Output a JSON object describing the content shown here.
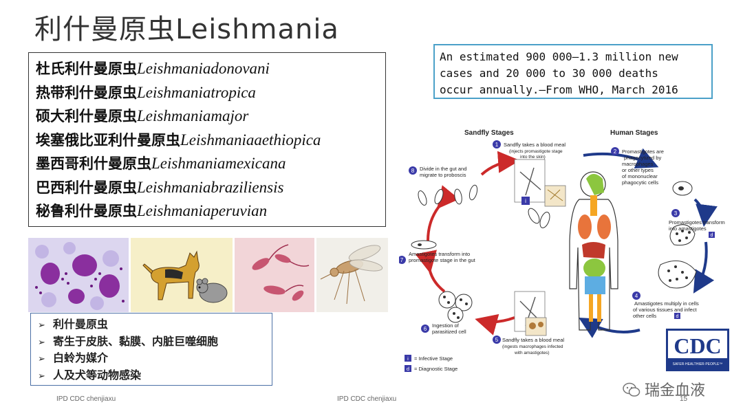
{
  "slide": {
    "title": "利什曼原虫Leishmania",
    "page_number": "15"
  },
  "species": [
    {
      "cn": "杜氏利什曼原虫",
      "latin": "Leishmaniadonovani"
    },
    {
      "cn": "热带利什曼原虫",
      "latin": "Leishmaniatropica"
    },
    {
      "cn": "硕大利什曼原虫",
      "latin": "Leishmaniamajor"
    },
    {
      "cn": "埃塞俄比亚利什曼原虫",
      "latin": "Leishmaniaaethiopica"
    },
    {
      "cn": "墨西哥利什曼原虫",
      "latin": "Leishmaniamexicana"
    },
    {
      "cn": "巴西利什曼原虫",
      "latin": "Leishmaniabraziliensis"
    },
    {
      "cn": "秘鲁利什曼原虫",
      "latin": "Leishmaniaperuvian"
    }
  ],
  "bullets": [
    "利什曼原虫",
    "寄生于皮肤、黏膜、内脏巨噬细胞",
    "白蛉为媒介",
    "人及犬等动物感染"
  ],
  "who_note": {
    "lines": [
      "An estimated 900 000–1.3 million new",
      "cases and 20 000 to 30 000 deaths",
      "occur annually.—From WHO, March 2016"
    ]
  },
  "lifecycle": {
    "sandfly_title": "Sandfly Stages",
    "human_title": "Human Stages",
    "steps": [
      {
        "num": "1",
        "title": "Sandfly takes a blood meal",
        "sub": [
          "(injects promastigote stage",
          "into the skin)"
        ]
      },
      {
        "num": "2",
        "title": "Promastigotes are",
        "sub": [
          "phagocytized by",
          "macrophages",
          "or other types",
          "of mononuclear",
          "phagocytic cells"
        ]
      },
      {
        "num": "3",
        "title": "Promastigotes transform",
        "sub": [
          "into amastigotes"
        ]
      },
      {
        "num": "4",
        "title": "Amastigotes multiply in cells",
        "sub": [
          "of various tissues and infect",
          "other cells"
        ]
      },
      {
        "num": "5",
        "title": "Sandfly takes a blood meal",
        "sub": [
          "(ingests macrophages infected",
          "with amastigotes)"
        ]
      },
      {
        "num": "6",
        "title": "Ingestion of",
        "sub": [
          "parasitized cell"
        ]
      },
      {
        "num": "7",
        "title": "Amastigotes transform into",
        "sub": [
          "promastigote stage in the gut"
        ]
      },
      {
        "num": "8",
        "title": "Divide in the gut and",
        "sub": [
          "migrate to proboscis"
        ]
      }
    ],
    "legend": [
      {
        "letter": "i",
        "label": "= Infective Stage"
      },
      {
        "letter": "d",
        "label": "= Diagnostic Stage"
      }
    ],
    "colors": {
      "sandfly_arrow": "#cc2a2a",
      "human_arrow": "#1f3a8a",
      "step_badge": "#3a3aa8"
    }
  },
  "cdc": {
    "logo_text": "CDC",
    "tagline": "SAFER·HEALTHIER·PEOPLE™"
  },
  "watermark": "瑞金血液",
  "footer": {
    "left": "IPD CDC chenjiaxu",
    "center": "IPD CDC chenjiaxu"
  }
}
